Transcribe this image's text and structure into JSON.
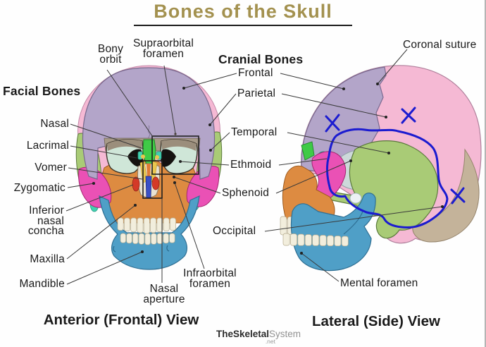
{
  "title": "Bones of the Skull",
  "groups": {
    "facial": "Facial Bones",
    "cranial": "Cranial Bones"
  },
  "labels": {
    "nasal": "Nasal",
    "lacrimal": "Lacrimal",
    "vomer": "Vomer",
    "zygomatic": "Zygomatic",
    "inferior_nasal_concha": [
      "Inferior",
      "nasal",
      "concha"
    ],
    "maxilla": "Maxilla",
    "mandible": "Mandible",
    "bony_orbit": [
      "Bony",
      "orbit"
    ],
    "supraorbital_foramen": [
      "Supraorbital",
      "foramen"
    ],
    "frontal": "Frontal",
    "parietal": "Parietal",
    "temporal": "Temporal",
    "ethmoid": "Ethmoid",
    "sphenoid": "Sphenoid",
    "occipital": "Occipital",
    "infraorbital_foramen": [
      "Infraorbital",
      "foramen"
    ],
    "nasal_aperture": [
      "Nasal",
      "aperture"
    ],
    "coronal_suture": "Coronal suture",
    "mental_foramen": "Mental foramen"
  },
  "views": {
    "anterior": "Anterior (Frontal) View",
    "lateral": "Lateral (Side) View"
  },
  "watermark": {
    "bold": "TheSkeletal",
    "light": "System",
    "tld": ".net"
  },
  "colors": {
    "title_gold": "#a3914f",
    "frontal": "#b3a5c9",
    "parietal": "#f5b9d4",
    "temporal": "#a9cb76",
    "occipital": "#c4b39a",
    "sphenoid_lateral": "#cdd9da",
    "ethmoid": "#42d1af",
    "nasal_bone": "#3fca47",
    "lacrimal": "#e9c64f",
    "zygomatic": "#ea51b5",
    "maxilla": "#dd8b41",
    "mandible": "#4f9fc7",
    "vomer": "#3a50c5",
    "inferior_concha": "#d43a28",
    "teeth": "#f2eedd",
    "orbit_interior": "#cfe6d8",
    "brow_shade": "#a79a88",
    "annotation_blue": "#1b1bd0",
    "leader_line": "#3a3a3a"
  }
}
